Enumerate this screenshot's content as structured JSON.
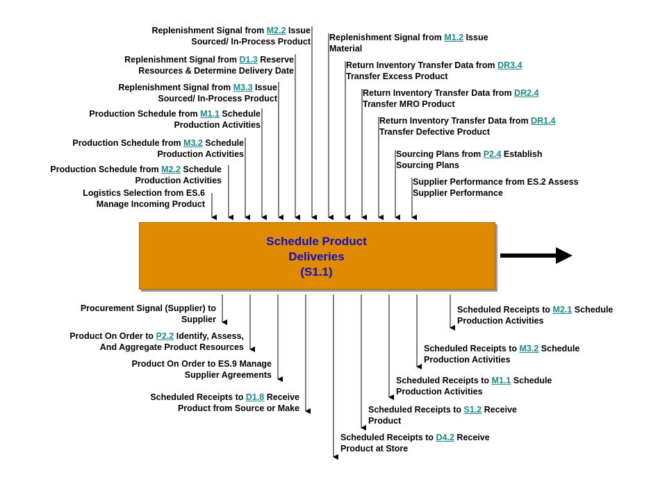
{
  "process": {
    "title_line1": "Schedule Product",
    "title_line2": "Deliveries",
    "title_line3": "(S1.1)",
    "fill_color": "#e08a00",
    "text_color": "#1010c8"
  },
  "link_color": "#1a8a8f",
  "inputs": [
    {
      "l1_pre": "Replenishment Signal from ",
      "link": "M2.2",
      "l1_post": " Issue",
      "l2": "Sourced/ In-Process Product"
    },
    {
      "l1_pre": "Replenishment Signal from ",
      "link": "D1.3",
      "l1_post": " Reserve",
      "l2": "Resources & Determine Delivery Date"
    },
    {
      "l1_pre": "Replenishment Signal from ",
      "link": "M3.3",
      "l1_post": " Issue",
      "l2": "Sourced/ In-Process Product"
    },
    {
      "l1_pre": "Production Schedule from ",
      "link": "M1.1",
      "l1_post": " Schedule",
      "l2": "Production Activities"
    },
    {
      "l1_pre": "Production Schedule from ",
      "link": "M3.2",
      "l1_post": " Schedule",
      "l2": "Production Activities"
    },
    {
      "l1_pre": "Production Schedule from ",
      "link": "M2.2",
      "l1_post": " Schedule",
      "l2": "Production Activities"
    },
    {
      "l1_pre": "Logistics Selection from ES.6",
      "link": "",
      "l1_post": "",
      "l2": "Manage Incoming Product"
    },
    {
      "l1_pre": "Replenishment Signal from ",
      "link": "M1.2",
      "l1_post": " Issue",
      "l2": "Material"
    },
    {
      "l1_pre": "Return Inventory Transfer Data from ",
      "link": "DR3.4",
      "l1_post": "",
      "l2": "Transfer Excess Product"
    },
    {
      "l1_pre": "Return Inventory Transfer Data from ",
      "link": "DR2.4",
      "l1_post": "",
      "l2": "Transfer MRO Product"
    },
    {
      "l1_pre": "Return Inventory Transfer Data from ",
      "link": "DR1.4",
      "l1_post": "",
      "l2": "Transfer Defective Product"
    },
    {
      "l1_pre": "Sourcing Plans from ",
      "link": "P2.4",
      "l1_post": " Establish",
      "l2": "Sourcing Plans"
    },
    {
      "l1_pre": "Supplier Performance from ES.2 Assess",
      "link": "",
      "l1_post": "",
      "l2": "Supplier Performance"
    }
  ],
  "outputs": [
    {
      "l1_pre": "Procurement Signal (Supplier) to",
      "link": "",
      "l1_post": "",
      "l2": "Supplier"
    },
    {
      "l1_pre": "Product On Order to ",
      "link": "P2.2",
      "l1_post": " Identify, Assess,",
      "l2": "And Aggregate Product Resources"
    },
    {
      "l1_pre": "Product On Order to ES.9 Manage",
      "link": "",
      "l1_post": "",
      "l2": "Supplier Agreements"
    },
    {
      "l1_pre": "Scheduled Receipts to ",
      "link": "D1.8",
      "l1_post": " Receive",
      "l2": "Product from Source or Make"
    },
    {
      "l1_pre": "Scheduled Receipts to ",
      "link": "D4.2",
      "l1_post": " Receive",
      "l2": "Product at Store"
    },
    {
      "l1_pre": "Scheduled Receipts to ",
      "link": "S1.2",
      "l1_post": " Receive",
      "l2": "Product"
    },
    {
      "l1_pre": "Scheduled Receipts to ",
      "link": "M1.1",
      "l1_post": " Schedule",
      "l2": "Production Activities"
    },
    {
      "l1_pre": "Scheduled Receipts to ",
      "link": "M3.2",
      "l1_post": " Schedule",
      "l2": "Production Activities"
    },
    {
      "l1_pre": "Scheduled Receipts to ",
      "link": "M2.1",
      "l1_post": " Schedule",
      "l2": "Production Activities"
    }
  ]
}
